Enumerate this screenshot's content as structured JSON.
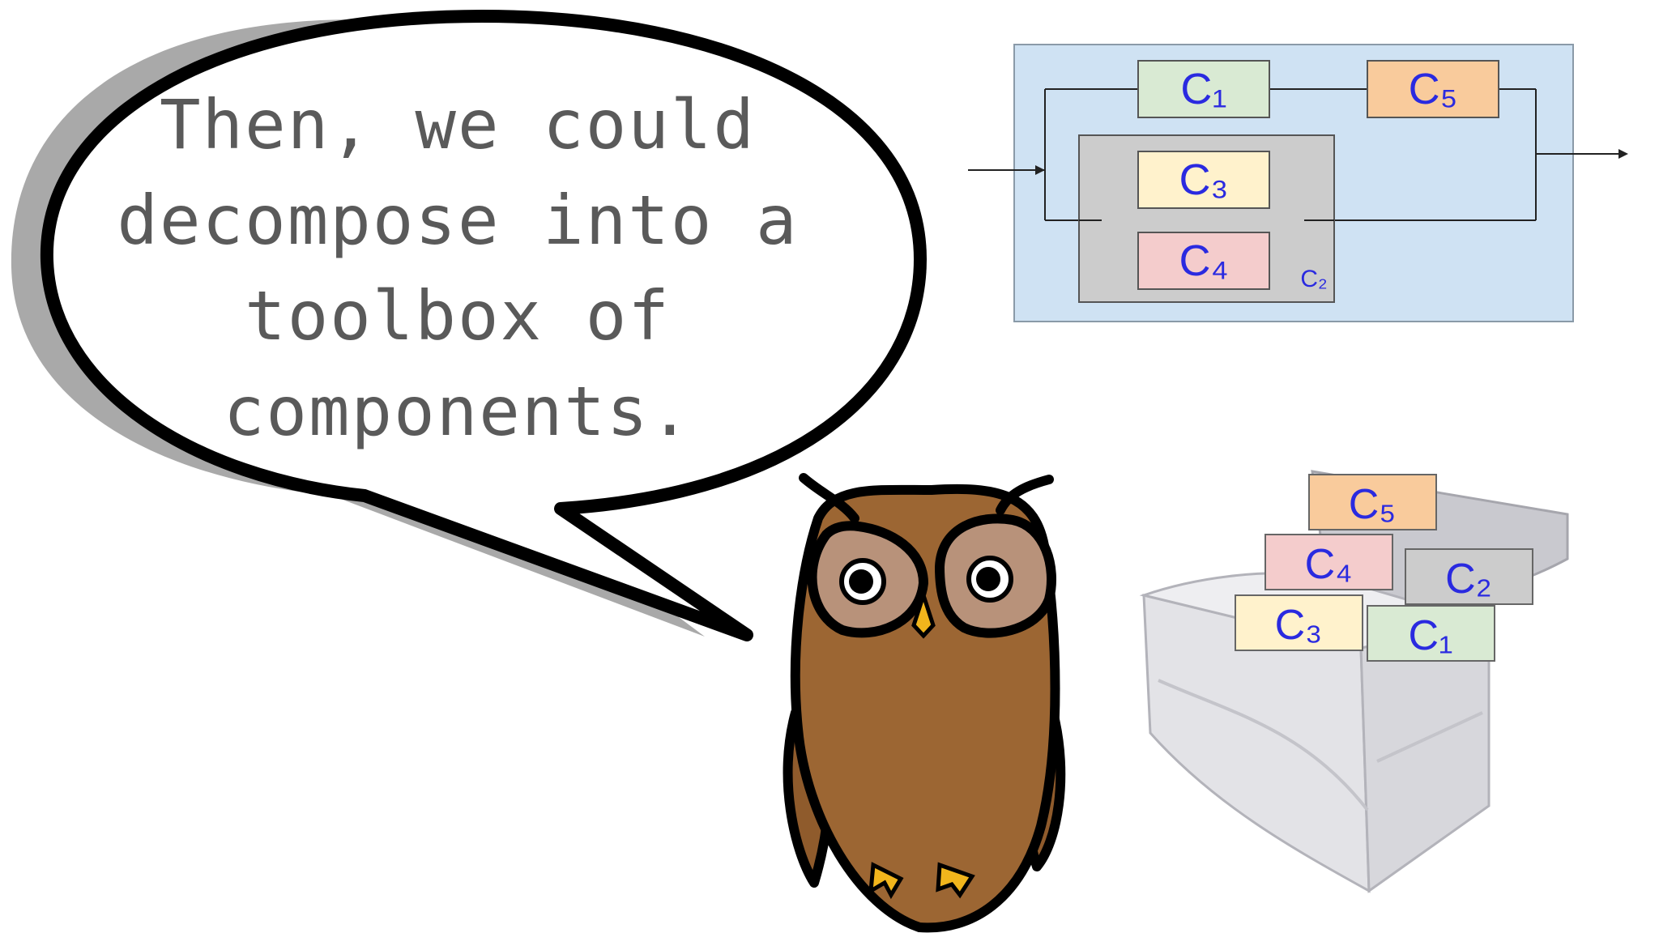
{
  "speech": {
    "lines": [
      "Then, we could",
      "decompose into a",
      "toolbox of",
      "components."
    ]
  },
  "diagram": {
    "c1": "C₁",
    "c2": "C₂",
    "c3": "C₃",
    "c4": "C₄",
    "c5": "C₅"
  },
  "toolbox": {
    "c1": "C₁",
    "c2": "C₂",
    "c3": "C₃",
    "c4": "C₄",
    "c5": "C₅"
  },
  "colors": {
    "c1": "#d9ead3",
    "c2": "#cccccc",
    "c3": "#fff2cc",
    "c4": "#f4cccc",
    "c5": "#f9cb9c",
    "diagram_bg": "#cfe2f3",
    "owl_body": "#9c6633",
    "owl_face": "#b8927a",
    "label": "#2a2ae0"
  }
}
